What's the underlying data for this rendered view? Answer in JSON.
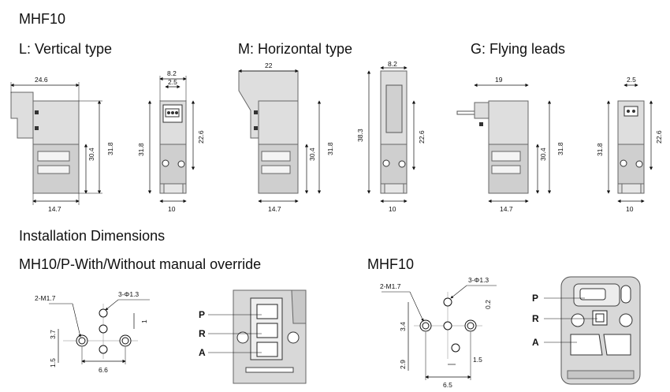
{
  "model": "MHF10",
  "types": {
    "vertical": "L: Vertical type",
    "horizontal": "M: Horizontal type",
    "flying": "G: Flying leads"
  },
  "install_title": "Installation Dimensions",
  "install_left_title": "MH10/P-With/Without manual override",
  "install_right_title": "MHF10",
  "dims": {
    "d24_6": "24.6",
    "d8_2": "8.2",
    "d2_5": "2.5",
    "d22": "22",
    "d19": "19",
    "d30_4": "30.4",
    "d31_8": "31.8",
    "d22_6": "22.6",
    "d38_3": "38.3",
    "d14_7": "14.7",
    "d10": "10",
    "m17": "2-M1.7",
    "phi13": "3-Φ1.3",
    "d3_7": "3.7",
    "d1": "1",
    "d1_5": "1.5",
    "d6_6": "6.6",
    "d3_4": "3.4",
    "d0_2": "0.2",
    "d2_9": "2.9",
    "d6_5": "6.5"
  },
  "ports": {
    "p": "P",
    "r": "R",
    "a": "A"
  }
}
